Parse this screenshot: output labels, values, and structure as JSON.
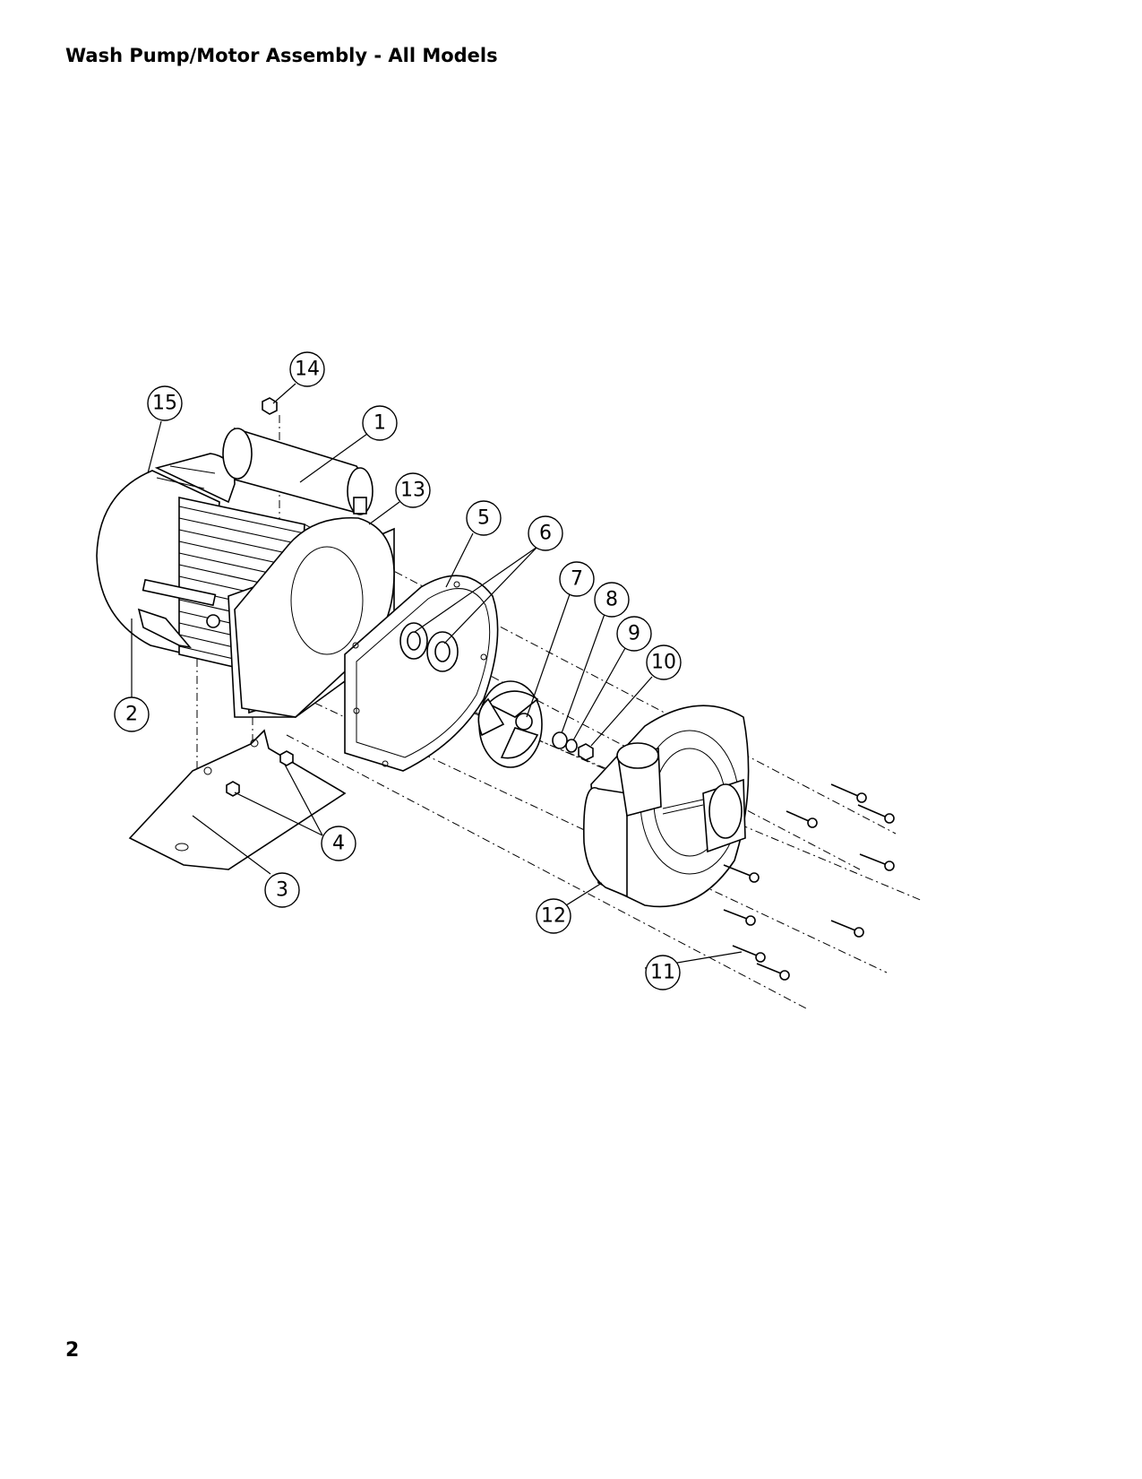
{
  "header": {
    "title": "Wash Pump/Motor Assembly - All Models"
  },
  "footer": {
    "page_number": "2"
  },
  "callouts": [
    {
      "id": "c1",
      "label": "1"
    },
    {
      "id": "c2",
      "label": "2"
    },
    {
      "id": "c3",
      "label": "3"
    },
    {
      "id": "c4",
      "label": "4"
    },
    {
      "id": "c5",
      "label": "5"
    },
    {
      "id": "c6",
      "label": "6"
    },
    {
      "id": "c7",
      "label": "7"
    },
    {
      "id": "c8",
      "label": "8"
    },
    {
      "id": "c9",
      "label": "9"
    },
    {
      "id": "c10",
      "label": "10"
    },
    {
      "id": "c11",
      "label": "11"
    },
    {
      "id": "c12",
      "label": "12"
    },
    {
      "id": "c13",
      "label": "13"
    },
    {
      "id": "c14",
      "label": "14"
    },
    {
      "id": "c15",
      "label": "15"
    }
  ]
}
